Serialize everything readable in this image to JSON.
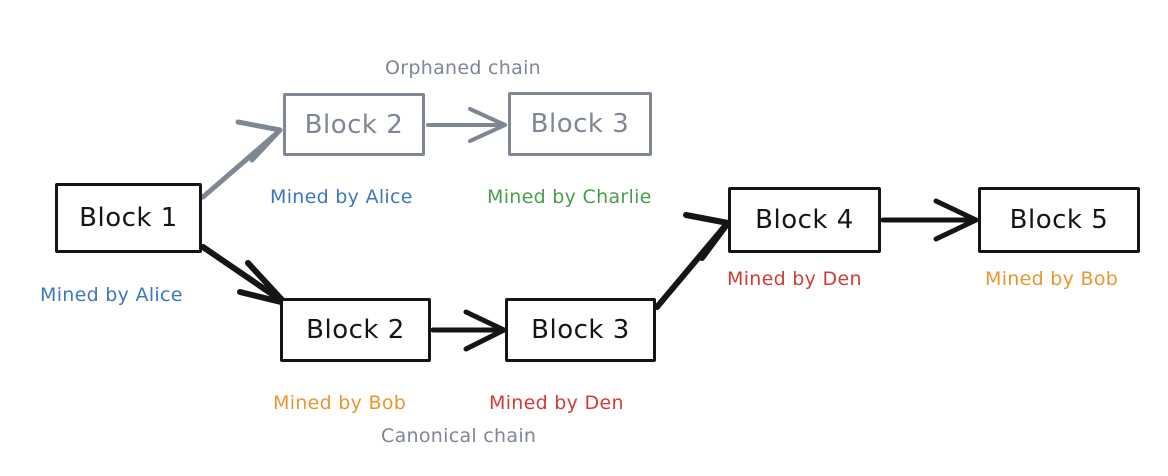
{
  "diagram": {
    "title_labels": {
      "orphaned": "Orphaned chain",
      "canonical": "Canonical chain"
    },
    "colors": {
      "black": "#151515",
      "gray": "#7f8694",
      "blue": "#3b77c4",
      "green": "#4a9e4a",
      "orange": "#e8972e",
      "red": "#d33c35",
      "background": "#ffffff"
    },
    "blocks": [
      {
        "id": "block-1",
        "label": "Block 1",
        "miner_caption": "Mined by Alice",
        "miner_color": "#3b77c4",
        "style": "solid"
      },
      {
        "id": "orphan-block-2",
        "label": "Block 2",
        "miner_caption": "Mined by Alice",
        "miner_color": "#3b77c4",
        "style": "ghost"
      },
      {
        "id": "orphan-block-3",
        "label": "Block 3",
        "miner_caption": "Mined by Charlie",
        "miner_color": "#4a9e4a",
        "style": "ghost"
      },
      {
        "id": "block-2",
        "label": "Block 2",
        "miner_caption": "Mined by Bob",
        "miner_color": "#e8972e",
        "style": "solid"
      },
      {
        "id": "block-3",
        "label": "Block 3",
        "miner_caption": "Mined by Den",
        "miner_color": "#d33c35",
        "style": "solid"
      },
      {
        "id": "block-4",
        "label": "Block 4",
        "miner_caption": "Mined by Den",
        "miner_color": "#d33c35",
        "style": "solid"
      },
      {
        "id": "block-5",
        "label": "Block 5",
        "miner_caption": "Mined by Bob",
        "miner_color": "#e8972e",
        "style": "solid"
      }
    ]
  }
}
